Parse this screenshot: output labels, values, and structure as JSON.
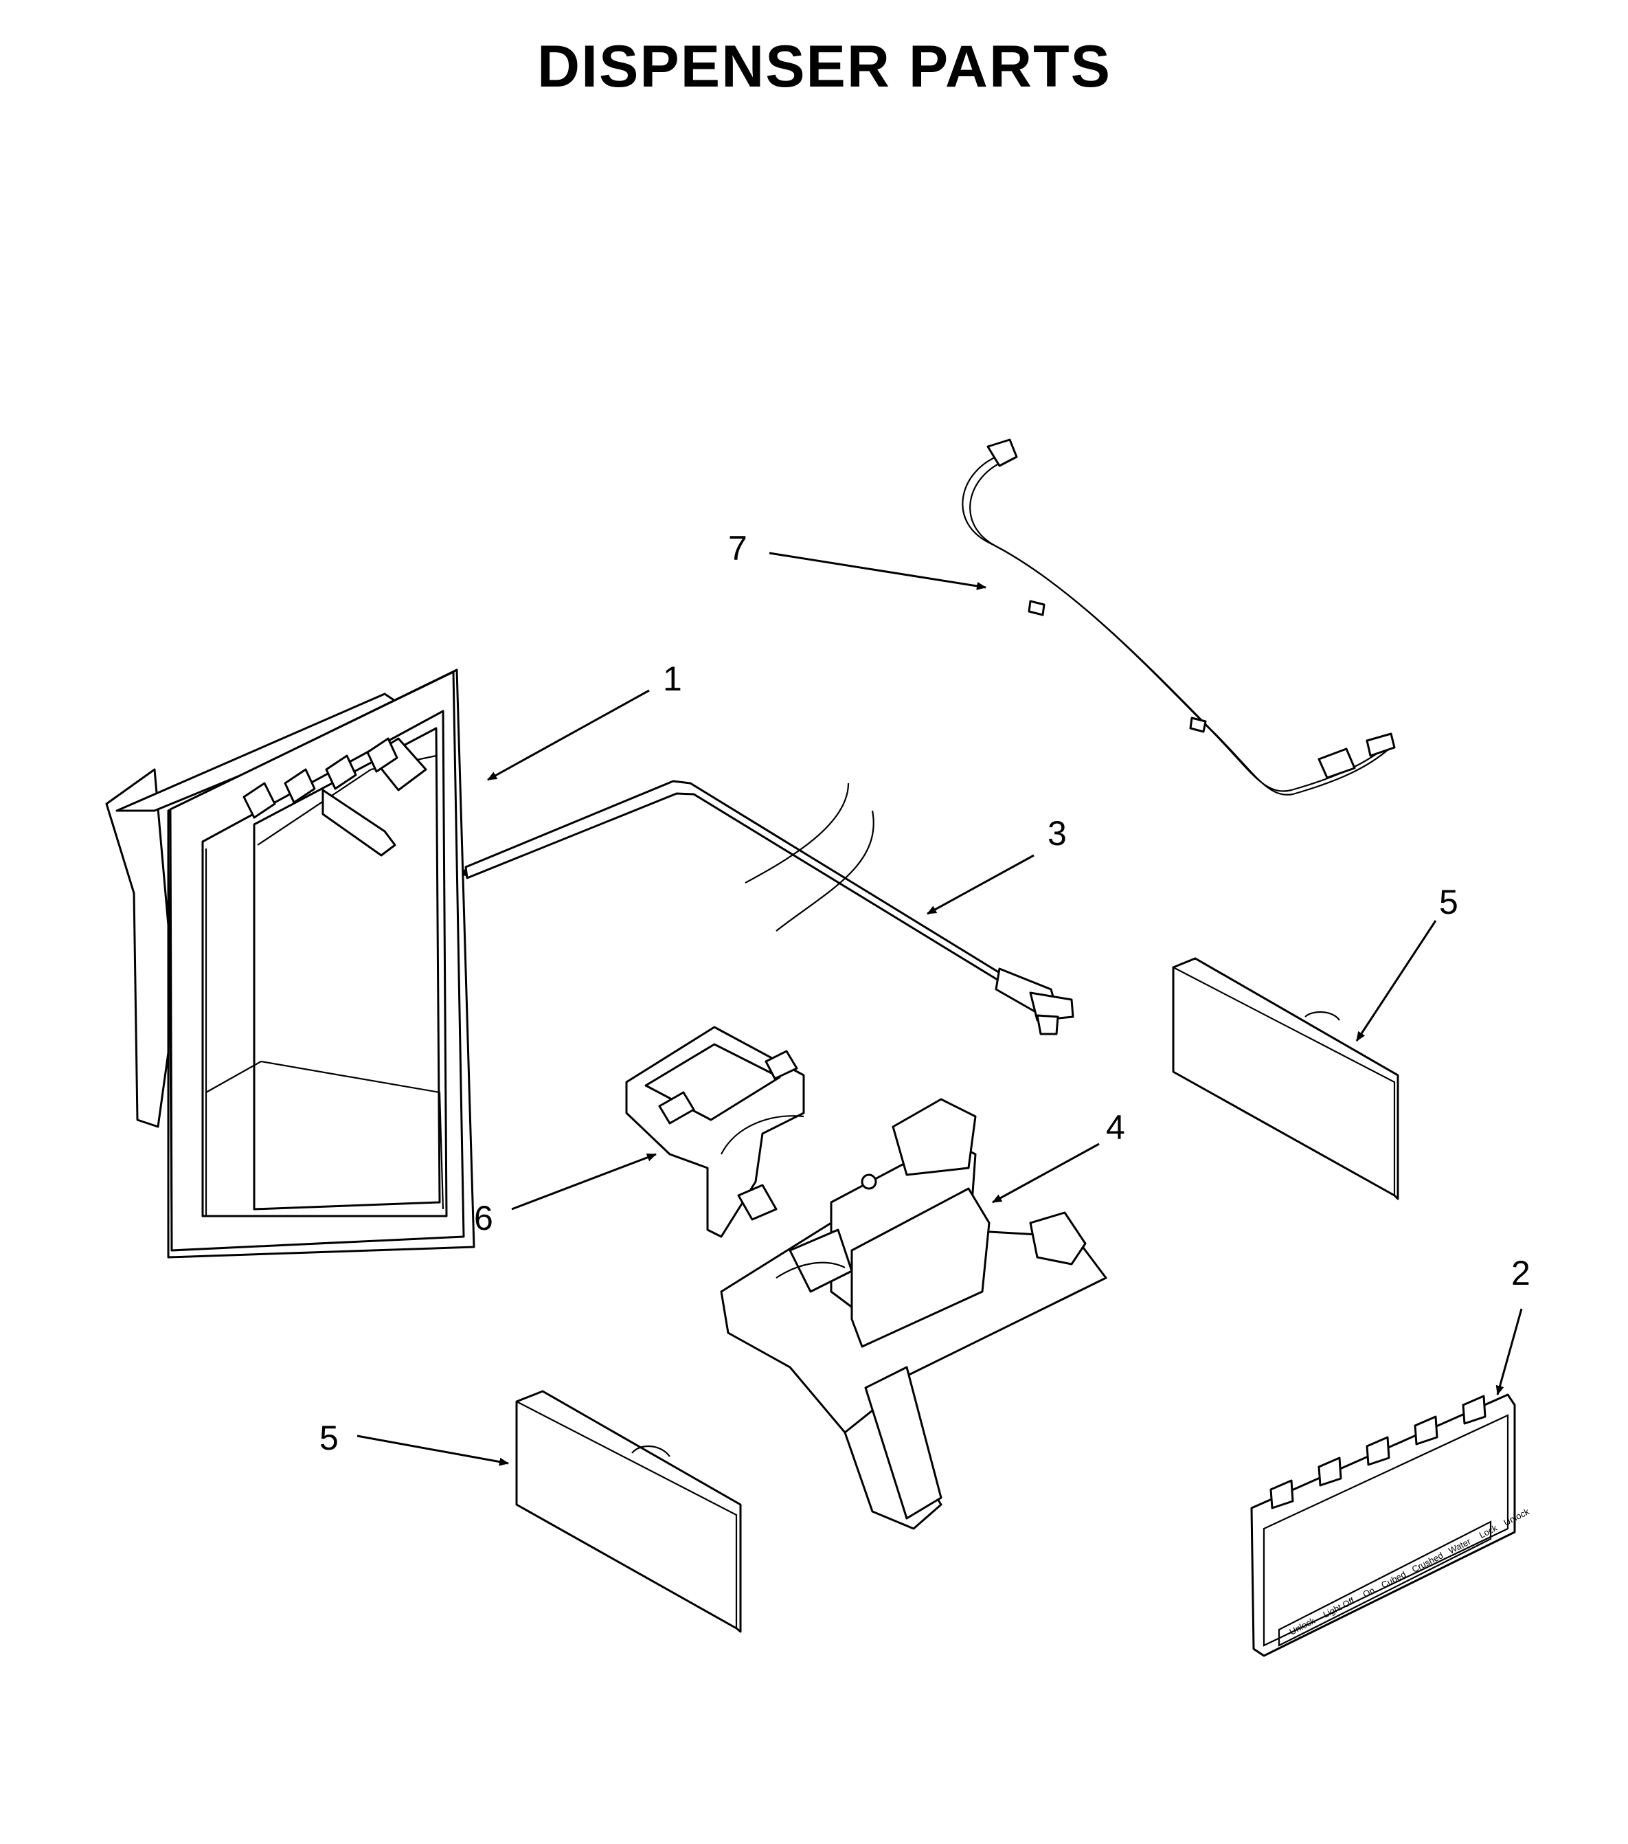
{
  "title": "DISPENSER PARTS",
  "callouts": {
    "c1": "1",
    "c2": "2",
    "c3": "3",
    "c4": "4",
    "c5a": "5",
    "c5b": "5",
    "c6": "6",
    "c7": "7"
  },
  "control_panel_labels": [
    "Unlock",
    "Light Off",
    "On",
    "Cubed",
    "Crushed",
    "Water",
    "Lock",
    "Unlock"
  ]
}
